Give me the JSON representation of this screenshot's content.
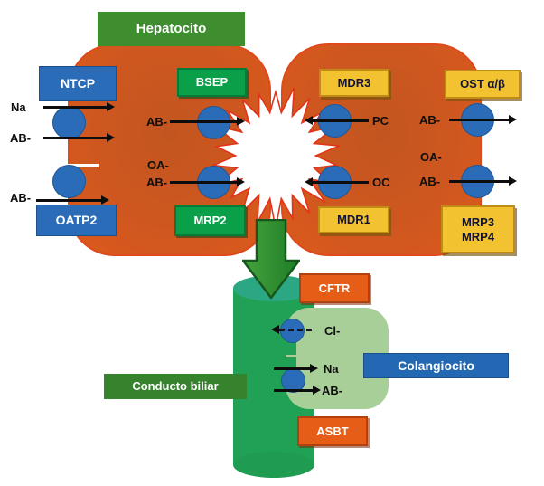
{
  "colors": {
    "cell_orange": "#d3571e",
    "cell_outline_red": "#df4a1c",
    "canaliculus_outline_red": "#e23419",
    "hepatocyte_banner_green": "#3e8e2f",
    "transporter_blue": "#2a6cb8",
    "transporter_green": "#0aa04a",
    "transporter_gold": "#f2c230",
    "transporter_orange": "#e55d17",
    "bile_duct_green": "#21a156",
    "bile_duct_top_teal": "#2ca783",
    "cholangiocyte_light_green": "#a9cf99",
    "duct_banner_green": "#37822c",
    "colangiocito_banner_blue": "#2268b2",
    "arrow_black": "#0d0d0d"
  },
  "hepatocyte": {
    "banner": "Hepatocito",
    "left_cell": {
      "sinusoidal": {
        "ntcp": "NTCP",
        "oatp2": "OATP2",
        "na": "Na",
        "ab_upper": "AB-",
        "ab_lower": "AB-"
      },
      "canalicular": {
        "bsep": "BSEP",
        "mrp2": "MRP2",
        "ab_upper": "AB-",
        "oa": "OA-",
        "ab_lower": "AB-"
      }
    },
    "right_cell": {
      "canalicular": {
        "mdr3": "MDR3",
        "mdr1": "MDR1",
        "pc": "PC",
        "oc": "OC"
      },
      "basolateral": {
        "ost": "OST α/β",
        "mrp3": "MRP3",
        "mrp4": "MRP4",
        "ab_upper": "AB-",
        "oa": "OA-",
        "ab_lower": "AB-"
      }
    }
  },
  "bile_duct": {
    "duct_banner": "Conducto biliar",
    "cholangiocyte_banner": "Colangiocito",
    "cftr": "CFTR",
    "asbt": "ASBT",
    "cl": "Cl-",
    "na": "Na",
    "ab": "AB-"
  }
}
